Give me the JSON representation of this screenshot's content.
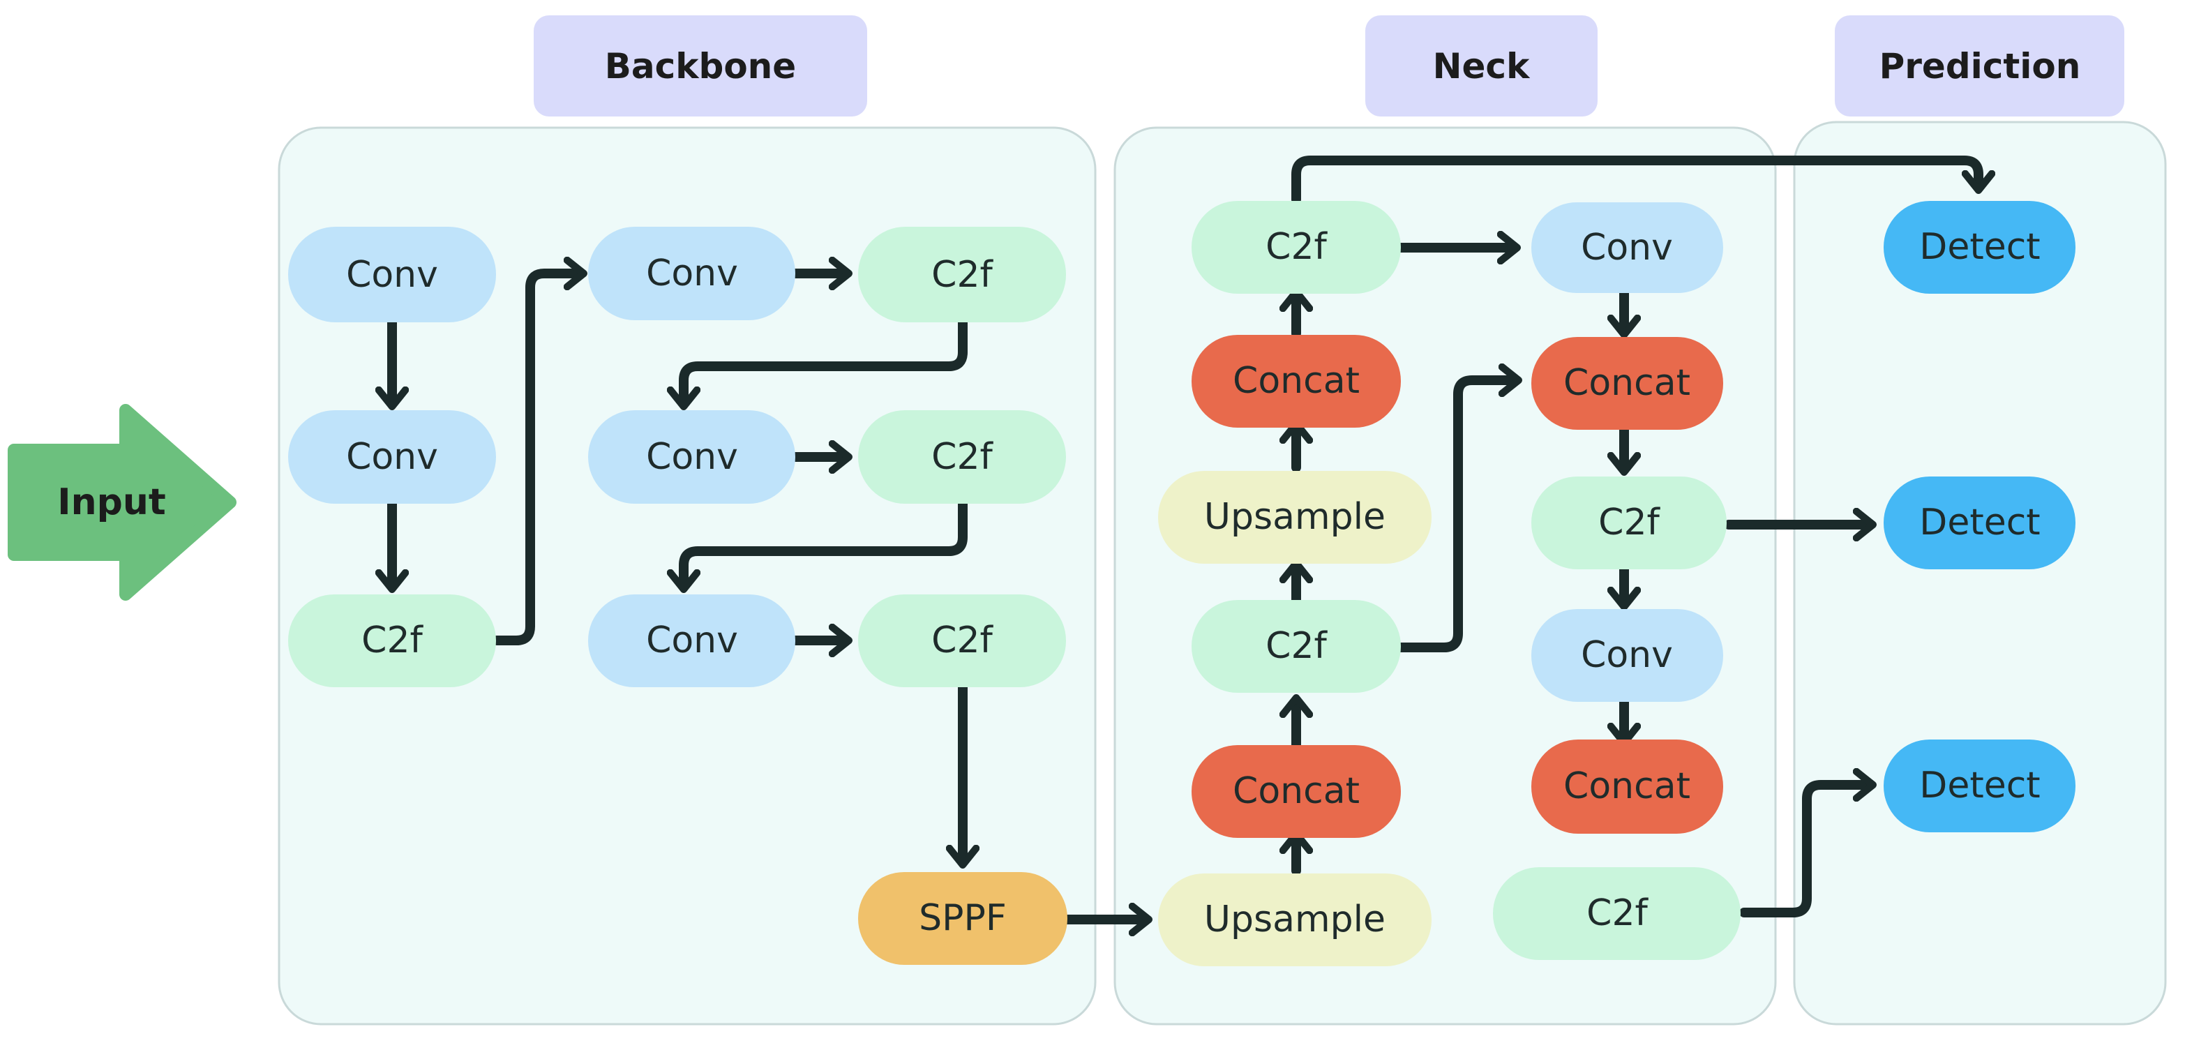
{
  "sections": {
    "backbone": "Backbone",
    "neck": "Neck",
    "prediction": "Prediction"
  },
  "input_label": "Input",
  "colors": {
    "panel_fill": "#eefaf9",
    "panel_stroke": "#c9d9d9",
    "title_fill": "#d9dbfb",
    "conv": "#bfe3fa",
    "c2f": "#c9f5dc",
    "concat": "#e86a4c",
    "upsample": "#eef2c9",
    "sppf": "#f0c16b",
    "detect": "#45b8f5",
    "input_arrow": "#6cc07e",
    "connector": "#1b2a2a"
  },
  "nodes": {
    "bb_conv1": "Conv",
    "bb_conv2": "Conv",
    "bb_c2f1": "C2f",
    "bb_conv3": "Conv",
    "bb_c2f2": "C2f",
    "bb_conv4": "Conv",
    "bb_c2f3": "C2f",
    "bb_conv5": "Conv",
    "bb_c2f4": "C2f",
    "bb_sppf": "SPPF",
    "nk_upsample1": "Upsample",
    "nk_concat1": "Concat",
    "nk_c2f1": "C2f",
    "nk_upsample2": "Upsample",
    "nk_concat2": "Concat",
    "nk_c2f2": "C2f",
    "nk_conv1": "Conv",
    "nk_concat3": "Concat",
    "nk_c2f3": "C2f",
    "nk_conv2": "Conv",
    "nk_concat4": "Concat",
    "nk_c2f4": "C2f",
    "pr_detect1": "Detect",
    "pr_detect2": "Detect",
    "pr_detect3": "Detect"
  }
}
